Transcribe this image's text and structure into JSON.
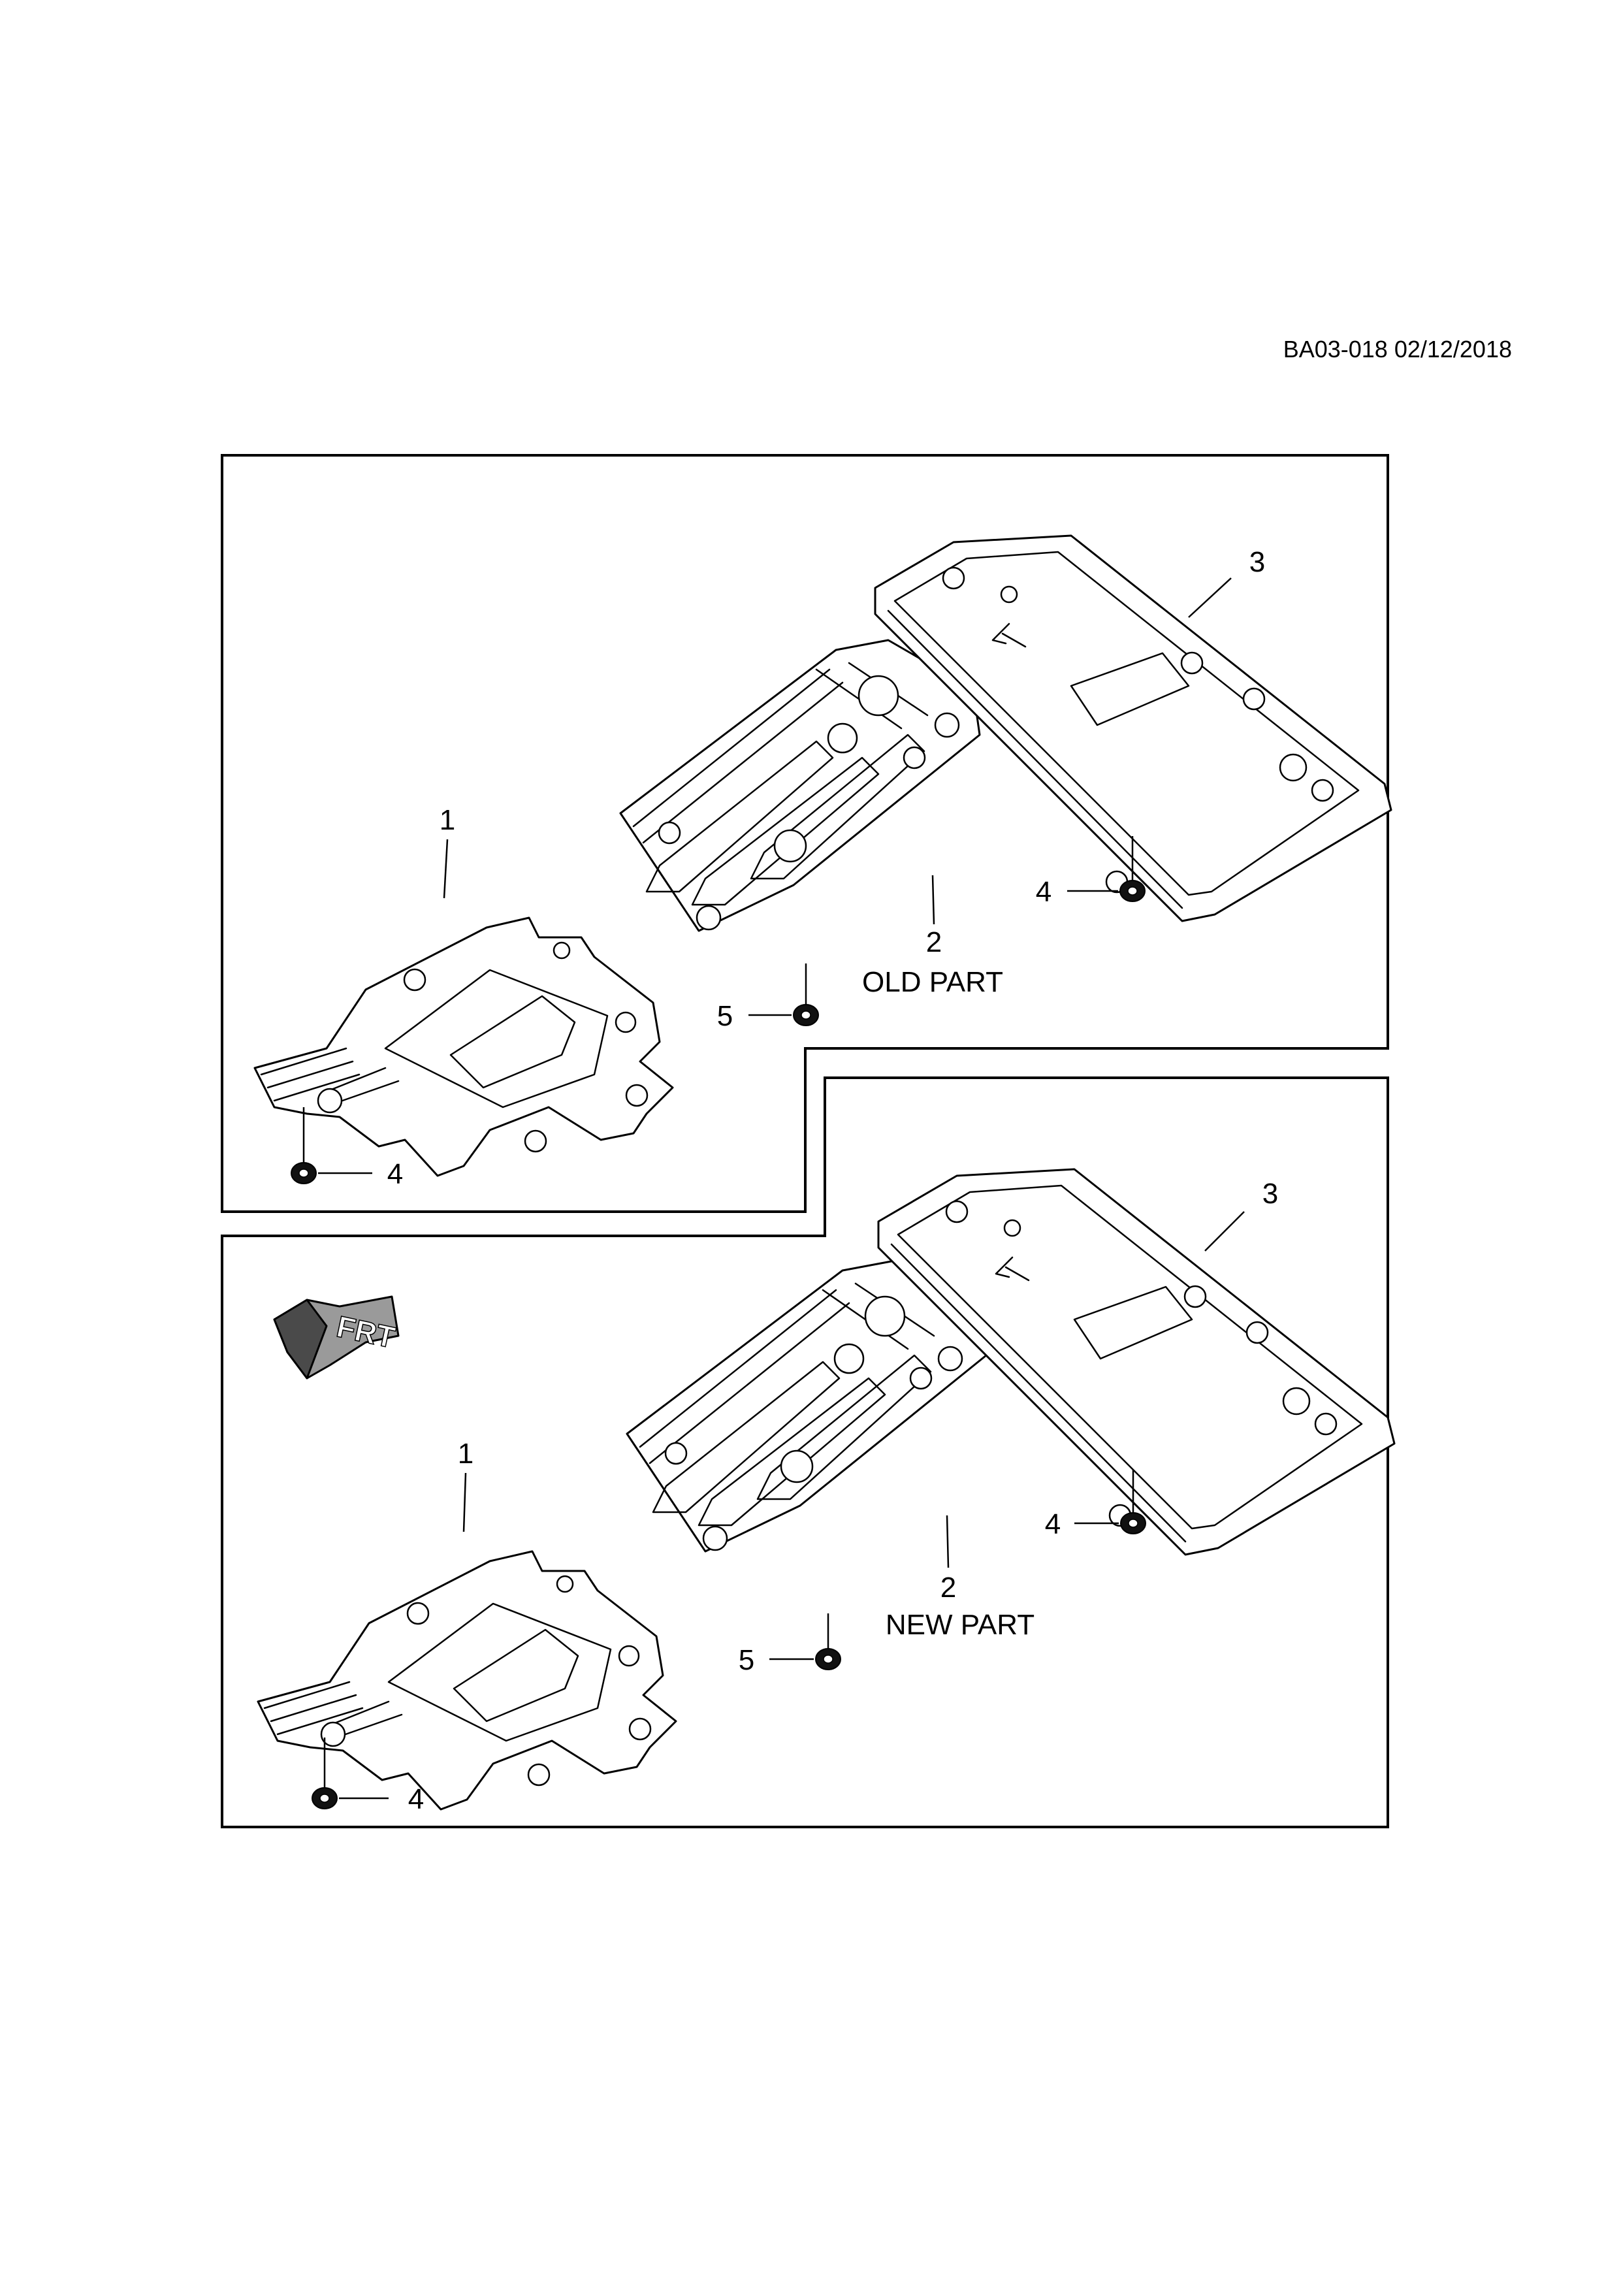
{
  "document_reference": "BA03-018 02/12/2018",
  "old_panel": {
    "caption": "OLD PART",
    "callouts": {
      "c1": "1",
      "c2": "2",
      "c3": "3",
      "c4_nut": "4",
      "c4_left": "4",
      "c5": "5"
    }
  },
  "new_panel": {
    "caption": "NEW PART",
    "callouts": {
      "c1": "1",
      "c2": "2",
      "c3": "3",
      "c4_nut": "4",
      "c4_left": "4",
      "c5": "5"
    },
    "direction_marker": "FRT"
  }
}
